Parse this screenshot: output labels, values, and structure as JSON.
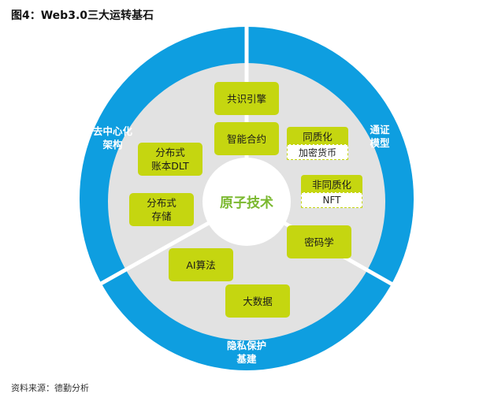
{
  "title": "图4：Web3.0三大运转基石",
  "source": "资料来源：德勤分析",
  "colors": {
    "ring": "#0e9ee0",
    "inner_disk": "#e2e2e2",
    "box": "#c5d610",
    "core_text": "#7ab82e"
  },
  "ring_segments": [
    {
      "label_line1": "去中心化",
      "label_line2": "架构"
    },
    {
      "label_line1": "通证",
      "label_line2": "模型"
    },
    {
      "label_line1": "隐私保护",
      "label_line2": "基建"
    }
  ],
  "core": {
    "label": "原子技术"
  },
  "technologies": [
    {
      "label": "共识引擎"
    },
    {
      "label": "智能合约"
    },
    {
      "label_line1": "分布式",
      "label_line2": "账本DLT"
    },
    {
      "label_line1": "分布式",
      "label_line2": "存储"
    },
    {
      "label": "密码学"
    },
    {
      "label": "AI算法"
    },
    {
      "label": "大数据"
    }
  ],
  "token_types": [
    {
      "head": "同质化",
      "example": "加密货币"
    },
    {
      "head": "非同质化",
      "example": "NFT"
    }
  ]
}
